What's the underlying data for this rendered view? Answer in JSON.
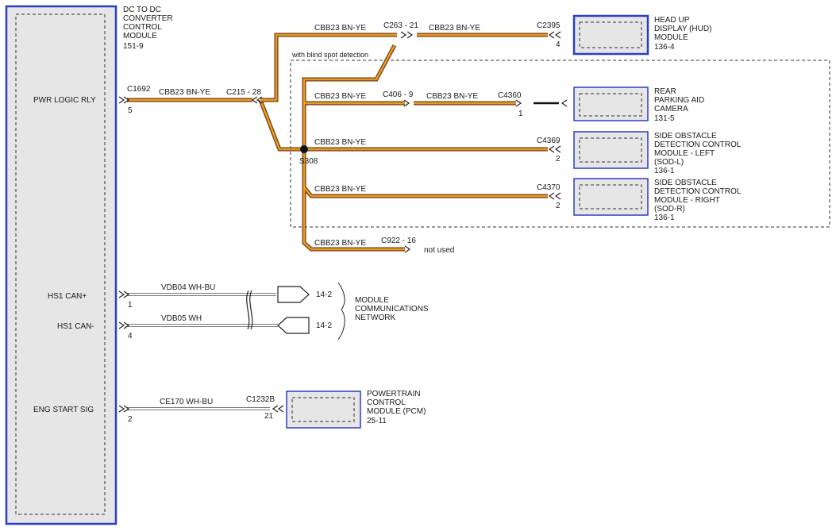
{
  "main_module": {
    "name_lines": [
      "DC TO DC",
      "CONVERTER",
      "CONTROL",
      "MODULE",
      "151-9"
    ],
    "pins": {
      "pwr_logic": "PWR LOGIC RLY",
      "hs1_can_plus": "HS1 CAN+",
      "hs1_can_minus": "HS1 CAN-",
      "eng_start": "ENG START SIG"
    }
  },
  "power_circuit": {
    "source_connector": "C1692",
    "source_pin": "5",
    "circuit_label": "CBB23   BN-YE",
    "inline_connector": "C215 - 28",
    "splice": "S308",
    "option_note": "with blind spot detection",
    "hud_branch": {
      "wire1": "CBB23   BN-YE",
      "inline": "C263 - 21",
      "wire2": "CBB23   BN-YE",
      "connector": "C2395",
      "pin": "4",
      "module_lines": [
        "HEAD UP",
        "DISPLAY (HUD)",
        "MODULE",
        "136-4"
      ]
    },
    "camera_branch": {
      "wire1": "CBB23   BN-YE",
      "inline": "C406 - 9",
      "wire2": "CBB23   BN-YE",
      "connector": "C4360",
      "pin": "1",
      "module_lines": [
        "REAR",
        "PARKING AID",
        "CAMERA",
        "131-5"
      ]
    },
    "sod_left_branch": {
      "wire": "CBB23   BN-YE",
      "connector": "C4369",
      "pin": "2",
      "module_lines": [
        "SIDE OBSTACLE",
        "DETECTION CONTROL",
        "MODULE - LEFT",
        "(SOD-L)",
        "136-1"
      ]
    },
    "sod_right_branch": {
      "wire": "CBB23   BN-YE",
      "connector": "C4370",
      "pin": "2",
      "module_lines": [
        "SIDE OBSTACLE",
        "DETECTION CONTROL",
        "MODULE - RIGHT",
        "(SOD-R)",
        "136-1"
      ]
    },
    "spare_branch": {
      "wire": "CBB23   BN-YE",
      "connector": "C922 - 16",
      "note": "not used"
    }
  },
  "can_network": {
    "plus": {
      "pin": "1",
      "wire": "VDB04   WH-BU",
      "ref": "14-2"
    },
    "minus": {
      "pin": "4",
      "wire": "VDB05   WH",
      "ref": "14-2"
    },
    "label_lines": [
      "MODULE",
      "COMMUNICATIONS",
      "NETWORK"
    ]
  },
  "eng_start_circuit": {
    "pin": "2",
    "wire": "CE170   WH-BU",
    "connector": "C1232B",
    "far_pin": "21",
    "module_lines": [
      "POWERTRAIN",
      "CONTROL",
      "MODULE (PCM)",
      "25-11"
    ]
  },
  "colors": {
    "module_border": "#2b3fc4",
    "module_fill": "#e6e6e6",
    "wire_brown": "#6b3a12",
    "wire_orange": "#d36a10",
    "wire_yellow": "#e8d040"
  }
}
